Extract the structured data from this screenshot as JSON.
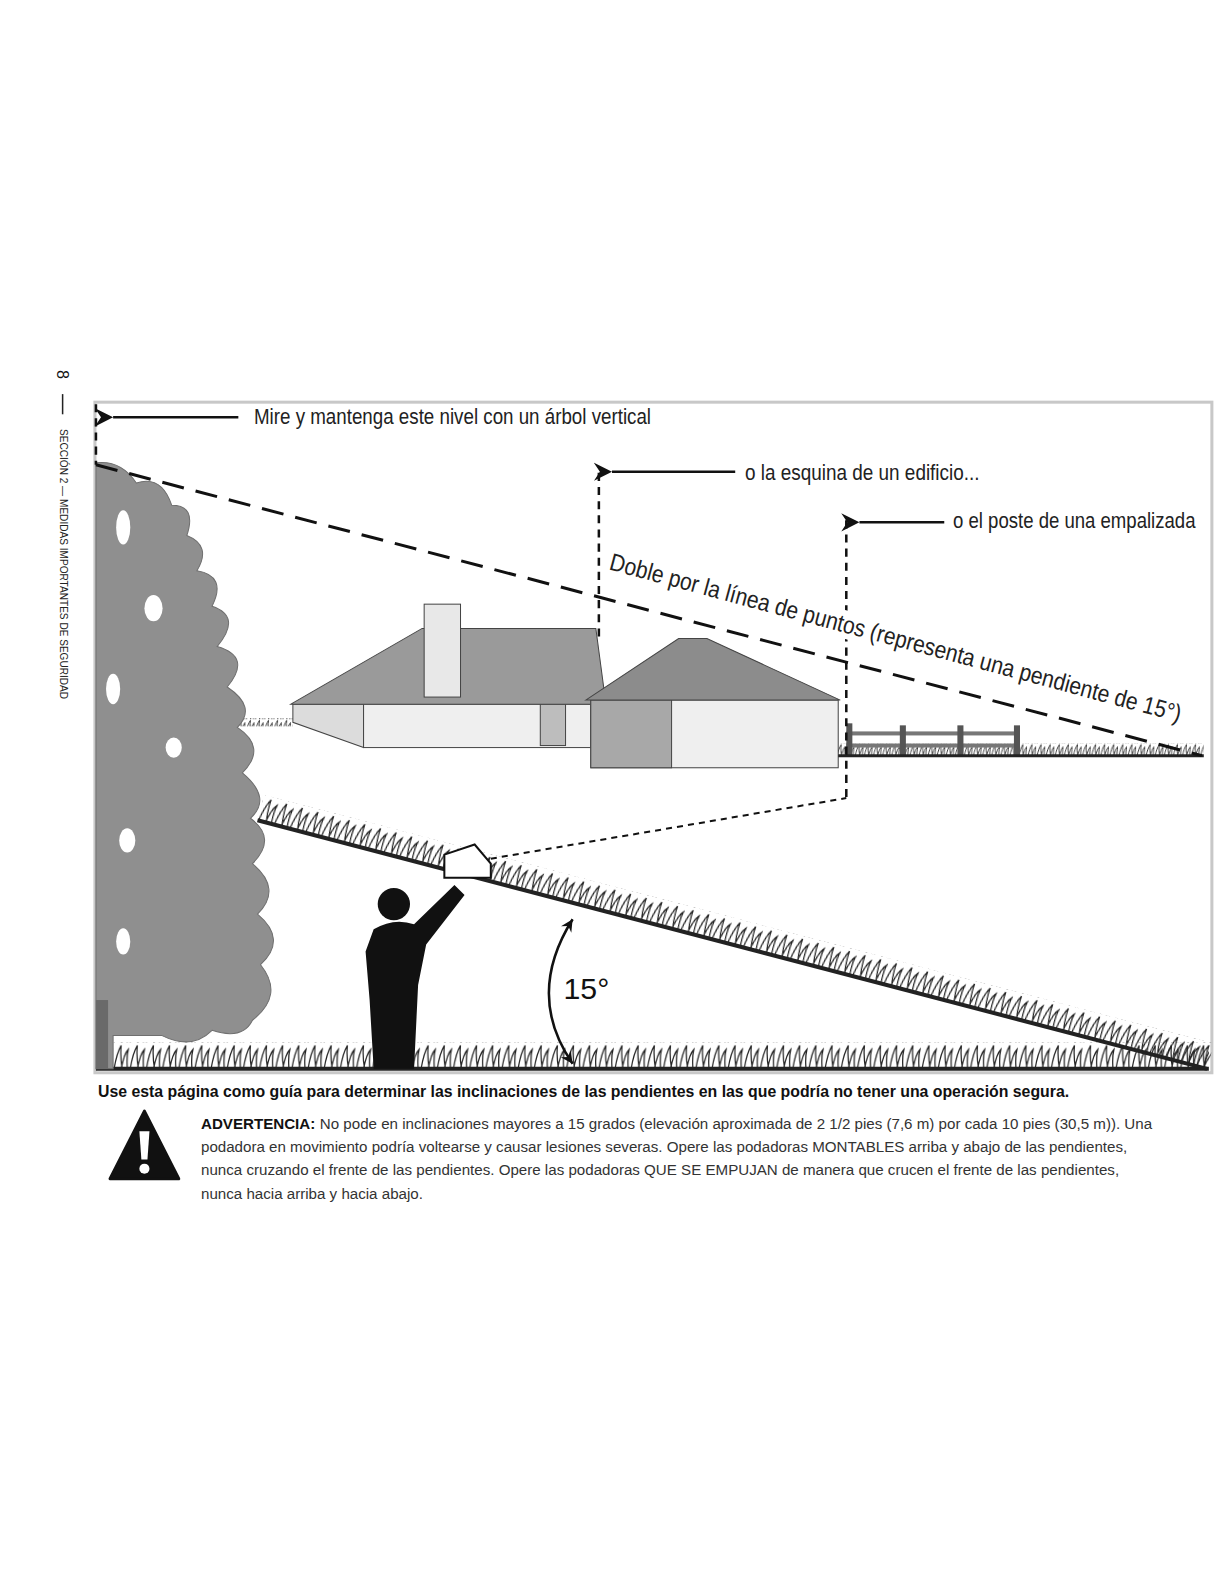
{
  "diagram": {
    "caption": "Use esta página como guía para determinar las inclinaciones de las pendientes en las que podría no tener una operación segura.",
    "labels": [
      "8",
      "SECCIÓN 2 — MEDIDAS IMPORTANTES DE SEGURIDAD",
      "Mire y mantenga este nivel con un árbol vertical",
      "o la esquina de un edificio...",
      "o el poste de una empalizada",
      "Doble por la línea de puntos (representa una pendiente de 15°)",
      "15°",
      "ADVERTENCIA:",
      "No pode en inclinaciones mayores a 15 grados (elevación aproximada de 2 1/2 pies (7,6 m) por cada 10 pies (30,5 m)). Una podadora en movimiento podría voltearse y causar lesiones severas. Opere las podadoras MONTABLES arriba y abajo de las pendientes, nunca cruzando el frente de las pendientes. Opere las podadoras QUE SE EMPUJAN de manera que crucen el frente de las pendientes, nunca hacia arriba y hacia abajo."
    ]
  }
}
